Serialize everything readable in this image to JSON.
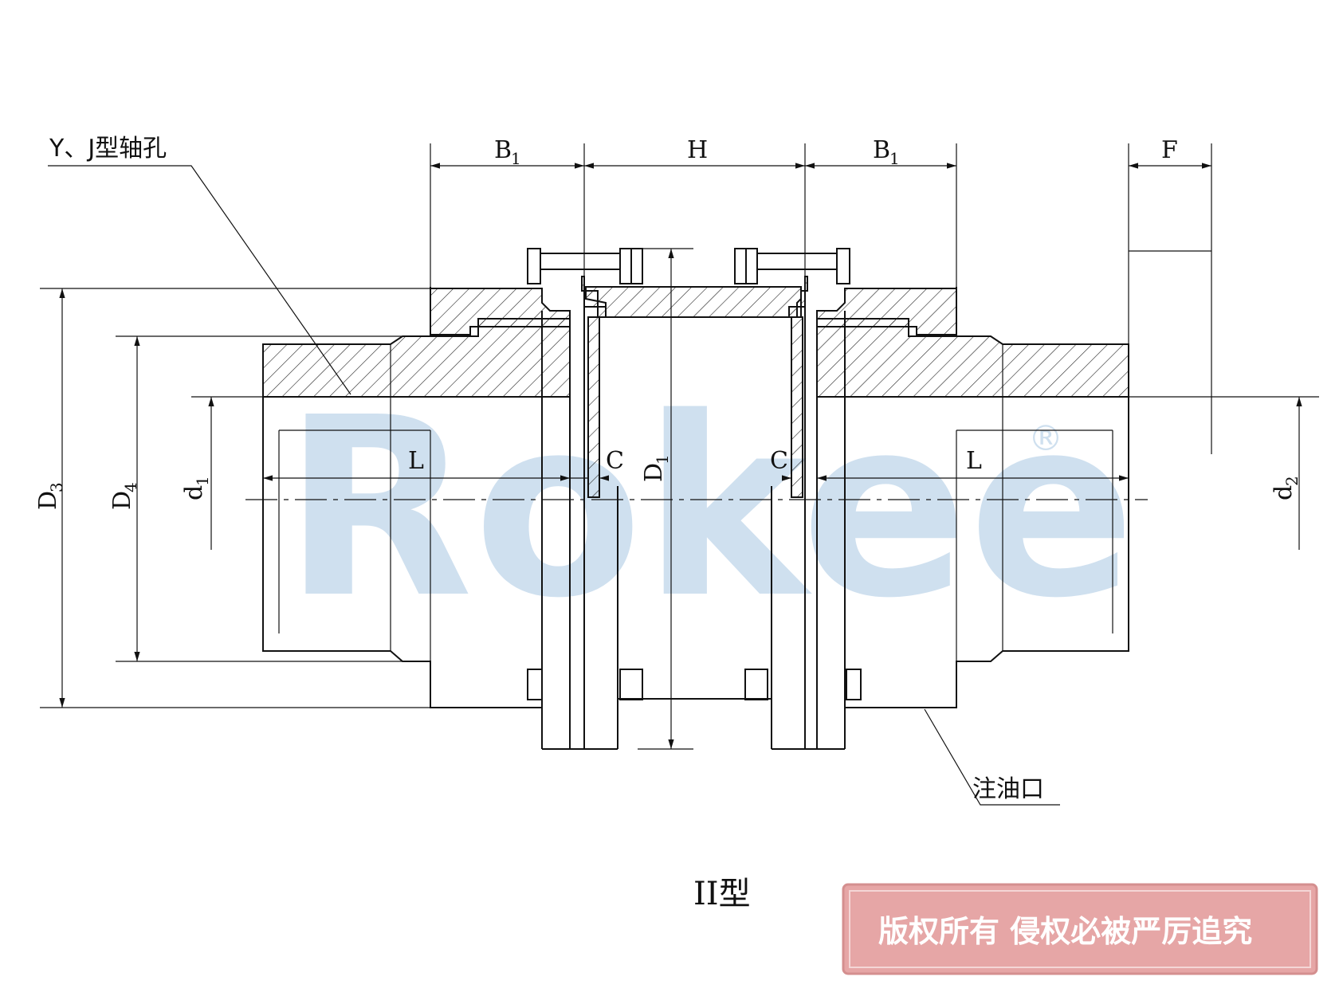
{
  "watermark": {
    "brand": "Rokee",
    "registered": "®",
    "color": "#cfe0ef"
  },
  "labels": {
    "shaft_hole": "Y、J型轴孔",
    "oil_port": "注油口",
    "type_title": "II型",
    "B1_left": {
      "main": "B",
      "sub": "1"
    },
    "H": "H",
    "B1_right": {
      "main": "B",
      "sub": "1"
    },
    "F": "F",
    "L_left": "L",
    "C_left": "C",
    "D1": {
      "main": "D",
      "sub": "1"
    },
    "C_right": "C",
    "L_right": "L",
    "D3": {
      "main": "D",
      "sub": "3"
    },
    "D4": {
      "main": "D",
      "sub": "4"
    },
    "d1": {
      "main": "d",
      "sub": "1"
    },
    "d2": {
      "main": "d",
      "sub": "2"
    }
  },
  "copyright": {
    "text": "版权所有 侵权必被严厉追究",
    "bg_color": "#e6a6a6"
  }
}
